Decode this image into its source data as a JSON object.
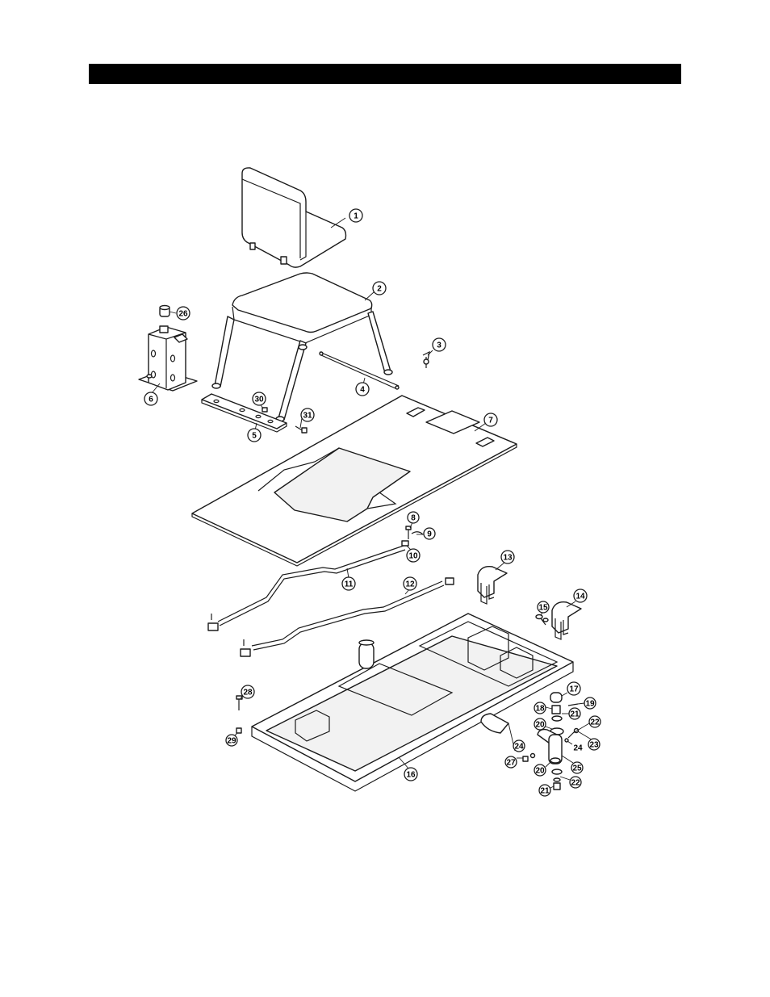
{
  "header": {
    "title": ""
  },
  "callouts": [
    {
      "num": "1"
    },
    {
      "num": "2"
    },
    {
      "num": "3"
    },
    {
      "num": "4"
    },
    {
      "num": "5"
    },
    {
      "num": "6"
    },
    {
      "num": "7"
    },
    {
      "num": "8"
    },
    {
      "num": "9"
    },
    {
      "num": "10"
    },
    {
      "num": "11"
    },
    {
      "num": "12"
    },
    {
      "num": "13"
    },
    {
      "num": "14"
    },
    {
      "num": "15"
    },
    {
      "num": "16"
    },
    {
      "num": "17"
    },
    {
      "num": "18"
    },
    {
      "num": "19"
    },
    {
      "num": "20"
    },
    {
      "num": "21"
    },
    {
      "num": "22"
    },
    {
      "num": "23"
    },
    {
      "num": "24"
    },
    {
      "num": "25"
    },
    {
      "num": "26"
    },
    {
      "num": "27"
    },
    {
      "num": "28"
    },
    {
      "num": "29"
    },
    {
      "num": "30"
    },
    {
      "num": "31"
    },
    {
      "num": "20"
    },
    {
      "num": "21"
    },
    {
      "num": "22"
    },
    {
      "num": "24"
    }
  ]
}
